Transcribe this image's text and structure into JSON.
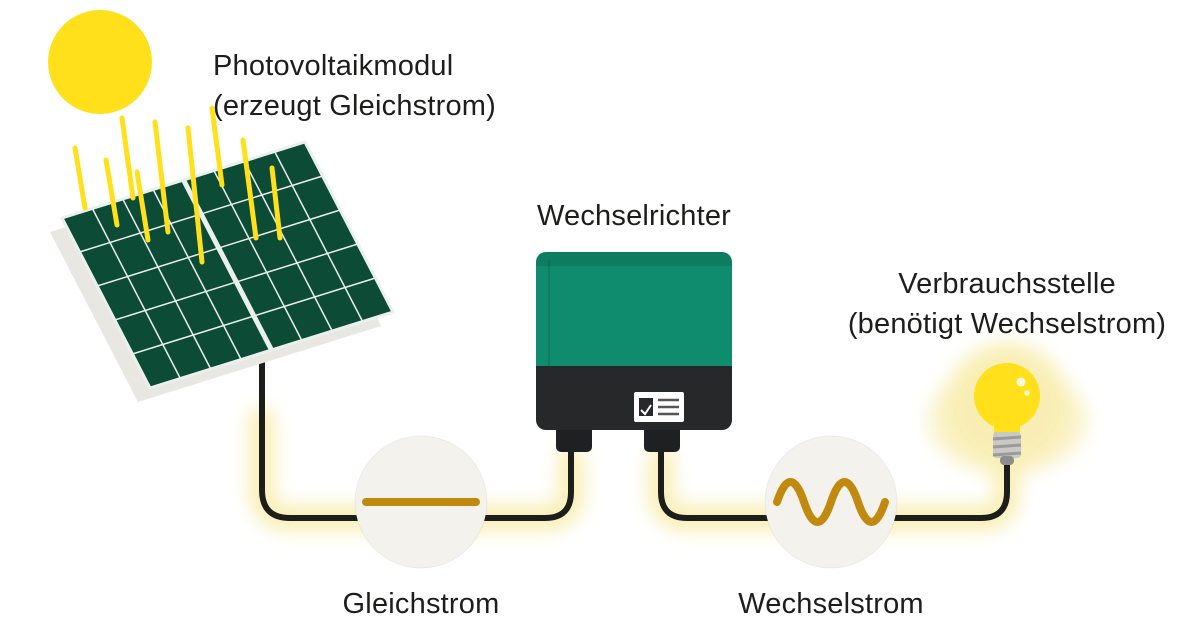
{
  "diagram": {
    "panel": {
      "label_line1": "Photovoltaikmodul",
      "label_line2": "(erzeugt Gleichstrom)"
    },
    "inverter": {
      "label": "Wechselrichter"
    },
    "consumer": {
      "label_line1": "Verbrauchsstelle",
      "label_line2": "(benötigt Wechselstrom)"
    },
    "dc": {
      "label": "Gleichstrom"
    },
    "ac": {
      "label": "Wechselstrom"
    }
  },
  "colors": {
    "sun": "#FFE01B",
    "panel_green": "#0C4B36",
    "panel_depth": "#E9E7E2",
    "grid_line": "#EAF0EC",
    "inverter_green": "#0E8C6D",
    "inverter_dark": "#26282A",
    "connector_dark": "#1E2022",
    "wire": "#1D1D1B",
    "symbol_amber": "#C18A0F",
    "circle_fill": "#F4F2ED",
    "glow": "#F8EDAD",
    "bulb_base": "#C9C9C7",
    "bulb_base_ridge": "#9B9B99",
    "text": "#1D1D1B"
  }
}
